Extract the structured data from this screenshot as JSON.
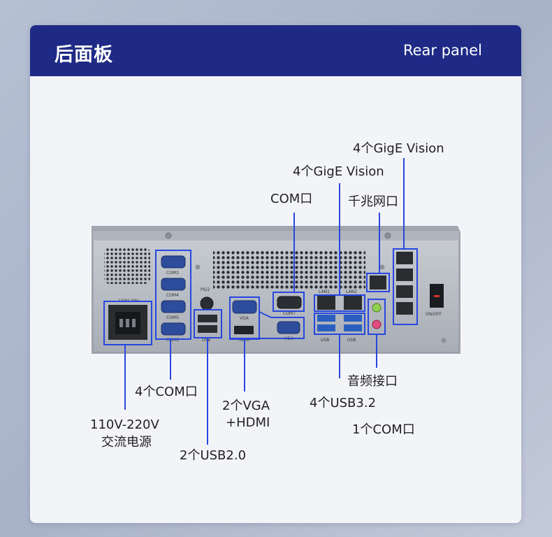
{
  "header": {
    "title_cn": "后面板",
    "title_en": "Rear panel"
  },
  "panel_marks": {
    "com3": "COM3",
    "com4": "COM4",
    "com5": "COM5",
    "com6": "COM6",
    "power_rating": "110V-20V",
    "ps2": "PS/2",
    "usb": "USB",
    "vga": "VGA",
    "hdmi": "HDMI",
    "com": "COM7",
    "lan1": "LAN1",
    "lan2": "LAN2",
    "onoff": "ON/OFF"
  },
  "callouts": {
    "gige_4_top": "4个GigE Vision",
    "gige_4_mid": "4个GigE Vision",
    "com_port": "COM口",
    "gigabit_lan": "千兆网口",
    "com_4": "4个COM口",
    "power_line1": "110V-220V",
    "power_line2": "交流电源",
    "vga_hdmi_line1": "2个VGA",
    "vga_hdmi_line2": "+HDMI",
    "usb2": "2个USB2.0",
    "usb32": "4个USB3.2",
    "audio": "音频接口",
    "com_1": "1个COM口"
  },
  "colors": {
    "header_bg": "#1e2a85",
    "callout_line": "#2747e0",
    "chassis": "#b7bcc4"
  }
}
